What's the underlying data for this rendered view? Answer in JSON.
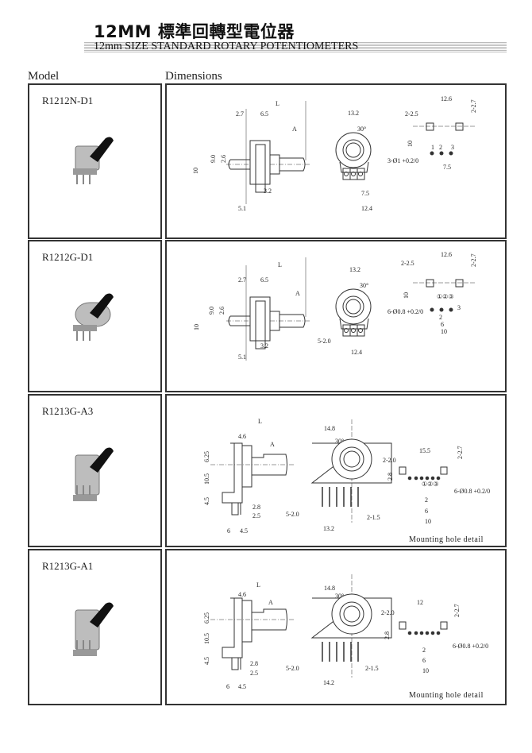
{
  "header": {
    "title": "12MM 標準回轉型電位器",
    "subtitle": "12mm SIZE STANDARD ROTARY  POTENTIOMETERS",
    "model_col": "Model",
    "dimensions_col": "Dimensions"
  },
  "rows": [
    {
      "model": "R1212N-D1",
      "labels": [
        "L",
        "2.7",
        "6.5",
        "A",
        "9.0",
        "2.6",
        "10",
        "3.2",
        "5.1",
        "13.2",
        "30°",
        "7.5",
        "12.4",
        "12.6",
        "2-2.5",
        "2-2.7",
        "10",
        "1",
        "2",
        "3",
        "3-Ø1 +0.2/0",
        "7.5"
      ]
    },
    {
      "model": "R1212G-D1",
      "labels": [
        "L",
        "2.7",
        "6.5",
        "A",
        "9.0",
        "2.6",
        "10",
        "3.2",
        "5.1",
        "13.2",
        "30°",
        "5-2.0",
        "12.4",
        "12.6",
        "2-2.5",
        "2-2.7",
        "10",
        "6-Ø0.8 +0.2/0",
        "①②③",
        "3",
        "2",
        "6",
        "10"
      ]
    },
    {
      "model": "R1213G-A3",
      "labels": [
        "L",
        "4.6",
        "A",
        "6.25",
        "10.5",
        "4.5",
        "2.8",
        "2.5",
        "6",
        "4.5",
        "14.8",
        "30°",
        "5-2.0",
        "13.2",
        "2-1.5",
        "15.5",
        "2-2.0",
        "2-2.7",
        "2.8",
        "6-Ø0.8 +0.2/0",
        "①②③",
        "2",
        "6",
        "10",
        "Mounting hole detail"
      ]
    },
    {
      "model": "R1213G-A1",
      "labels": [
        "L",
        "4.6",
        "A",
        "6.25",
        "10.5",
        "4.5",
        "2.8",
        "2.5",
        "6",
        "4.5",
        "14.8",
        "30°",
        "5-2.0",
        "14.2",
        "2-1.5",
        "12",
        "2-2.0",
        "2-2.7",
        "2.8",
        "6-Ø0.8 +0.2/0",
        "2",
        "6",
        "10",
        "Mounting hole detail"
      ]
    }
  ]
}
